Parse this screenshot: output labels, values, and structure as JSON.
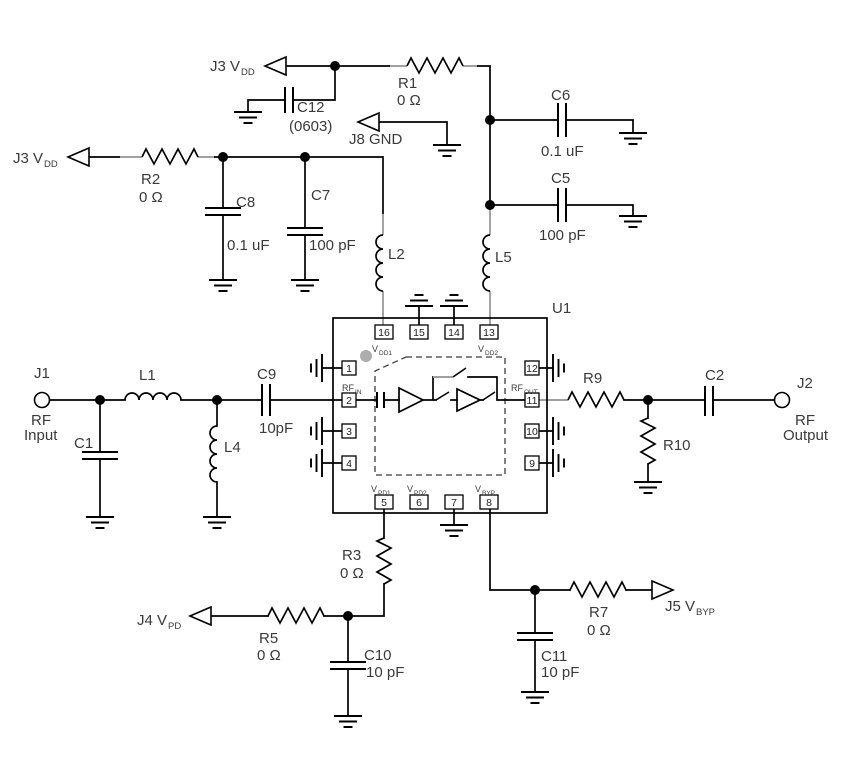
{
  "schematic": {
    "colors": {
      "wire": "#000000",
      "component_stub": "#a0a0a0",
      "text": "#3a3a3a",
      "pin1_marker": "#adadad"
    },
    "chip": {
      "ref": "U1",
      "pins": {
        "p1": "1",
        "p2": "2",
        "p3": "3",
        "p4": "4",
        "p5": "5",
        "p6": "6",
        "p7": "7",
        "p8": "8",
        "p9": "9",
        "p10": "10",
        "p11": "11",
        "p12": "12",
        "p13": "13",
        "p14": "14",
        "p15": "15",
        "p16": "16"
      },
      "names": {
        "vdd1": {
          "m": "V",
          "s": "DD1"
        },
        "vdd2": {
          "m": "V",
          "s": "DD2"
        },
        "rfin": {
          "m": "RF",
          "s": "IN"
        },
        "rfout": {
          "m": "RF",
          "s": "OUT"
        },
        "vpd1": {
          "m": "V",
          "s": "PD1"
        },
        "vpd2": {
          "m": "V",
          "s": "PD2"
        },
        "vbyp": {
          "m": "V",
          "s": "BYP"
        }
      }
    },
    "connectors": {
      "j1": {
        "ref": "J1",
        "l1": "RF",
        "l2": "Input"
      },
      "j2": {
        "ref": "J2",
        "l1": "RF",
        "l2": "Output"
      },
      "j3_top": {
        "m": "J3 V",
        "s": "DD"
      },
      "j3_left": {
        "m": "J3 V",
        "s": "DD"
      },
      "j4": {
        "m": "J4 V",
        "s": "PD"
      },
      "j5": {
        "m": "J5 V",
        "s": "BYP"
      },
      "j8": {
        "label": "J8 GND"
      }
    },
    "parts": {
      "r1": {
        "ref": "R1",
        "val": "0 Ω"
      },
      "r2": {
        "ref": "R2",
        "val": "0 Ω"
      },
      "r3": {
        "ref": "R3",
        "val": "0 Ω"
      },
      "r5": {
        "ref": "R5",
        "val": "0 Ω"
      },
      "r7": {
        "ref": "R7",
        "val": "0 Ω"
      },
      "r9": {
        "ref": "R9"
      },
      "r10": {
        "ref": "R10"
      },
      "c1": {
        "ref": "C1"
      },
      "c2": {
        "ref": "C2"
      },
      "c5": {
        "ref": "C5",
        "val": "100 pF"
      },
      "c6": {
        "ref": "C6",
        "val": "0.1 uF"
      },
      "c7": {
        "ref": "C7",
        "val": "100 pF"
      },
      "c8": {
        "ref": "C8",
        "val": "0.1 uF"
      },
      "c9": {
        "ref": "C9",
        "val": "10pF"
      },
      "c10": {
        "ref": "C10",
        "val": "10 pF"
      },
      "c11": {
        "ref": "C11",
        "val": "10 pF"
      },
      "c12": {
        "ref": "C12",
        "val": "(0603)"
      },
      "l1": {
        "ref": "L1"
      },
      "l2": {
        "ref": "L2"
      },
      "l4": {
        "ref": "L4"
      },
      "l5": {
        "ref": "L5"
      }
    }
  }
}
